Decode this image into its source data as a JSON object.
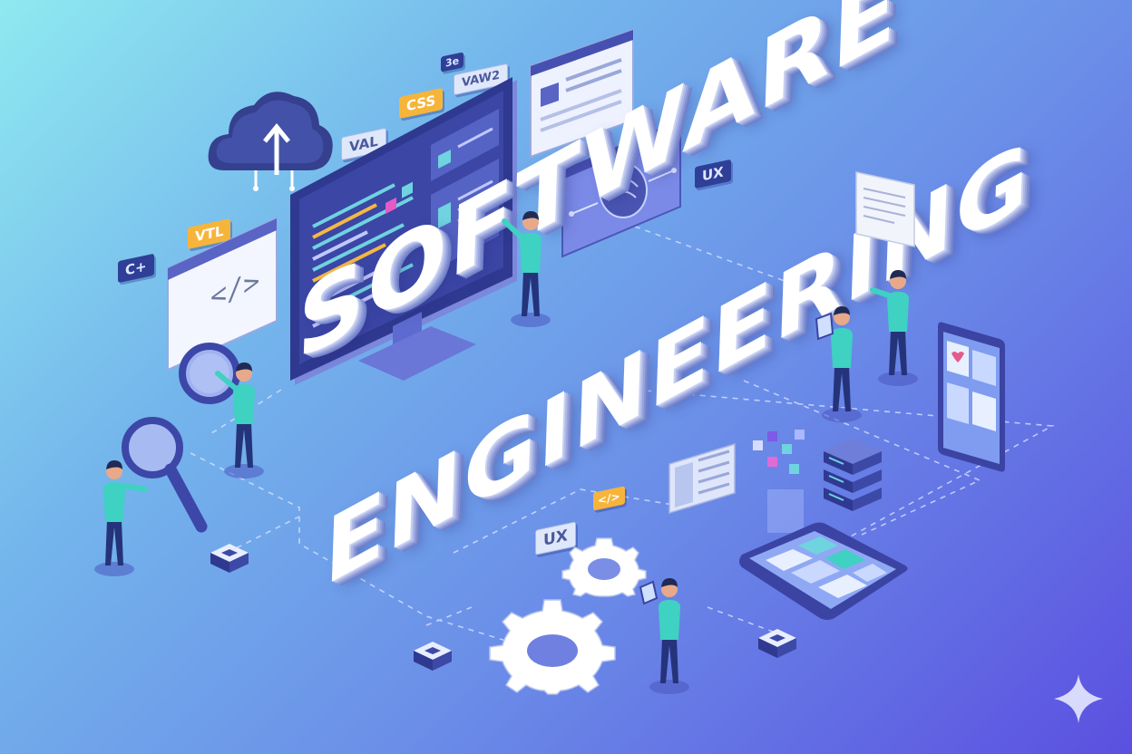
{
  "title": {
    "line1": "SOFTWARE",
    "line2": "ENGINEERING"
  },
  "tags": {
    "css": "CSS",
    "val": "VAL",
    "vtl": "VTL",
    "c_plus": "C+",
    "tab_3e": "3e",
    "vaw2": "VAW2",
    "ux_top": "UX",
    "ux_bottom": "UX",
    "code_small": "</>"
  },
  "code_window": {
    "symbol": "</>"
  },
  "colors": {
    "background_start": "#8fe9f0",
    "background_end": "#5b50e0",
    "monitor_frame": "#2f3990",
    "person_shirt": "#3fd1c2",
    "person_pants": "#25337a",
    "tag_orange": "#f6b53a"
  },
  "icons": [
    "cloud-upload-icon",
    "monitor-icon",
    "magnifier-icon",
    "gear-icon",
    "server-icon",
    "smartphone-icon",
    "sparkle-icon"
  ]
}
